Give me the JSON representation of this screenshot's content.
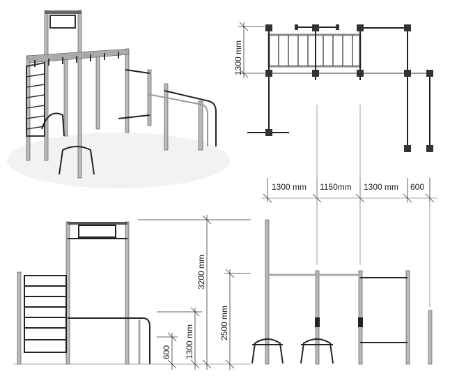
{
  "top_view": {
    "depth_label": "1300 mm"
  },
  "front_view": {
    "widths": [
      "1300 mm",
      "1150mm",
      "1300 mm",
      "600"
    ]
  },
  "side_view": {
    "heights": [
      "3200 mm",
      "2500 mm",
      "1300 mm",
      "600"
    ]
  }
}
